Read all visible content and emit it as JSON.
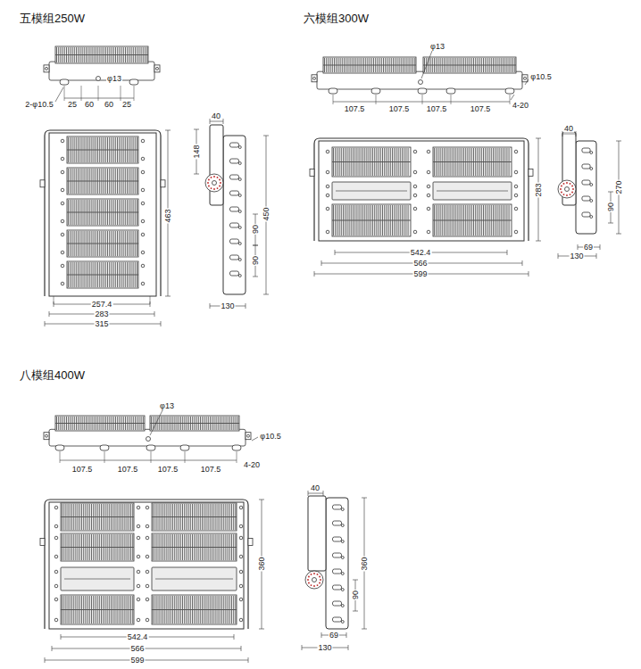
{
  "diagram": {
    "labels": [
      "五模组250W",
      "φ13",
      "2-φ10.5",
      "25",
      "60",
      "60",
      "25",
      "463",
      "257.4",
      "283",
      "315",
      "40",
      "148",
      "450",
      "90",
      "90",
      "130",
      "六模组300W",
      "φ13",
      "φ10.5",
      "107.5",
      "107.5",
      "107.5",
      "107.5",
      "4-20",
      "283",
      "542.4",
      "566",
      "599",
      "40",
      "270",
      "90",
      "69",
      "130",
      "八模组400W",
      "φ13",
      "φ10.5",
      "107.5",
      "107.5",
      "107.5",
      "107.5",
      "4-20",
      "360",
      "542.4",
      "566",
      "599",
      "40",
      "360",
      "90",
      "69",
      "130"
    ]
  }
}
